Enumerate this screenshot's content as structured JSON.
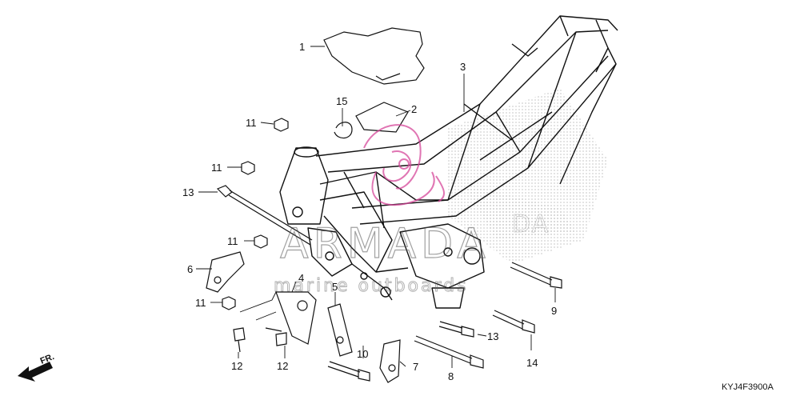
{
  "diagram": {
    "code": "KYJ4F3900A",
    "direction_label": "FR.",
    "callouts": [
      {
        "id": "c1",
        "label": "1"
      },
      {
        "id": "c2",
        "label": "2"
      },
      {
        "id": "c3",
        "label": "3"
      },
      {
        "id": "c4",
        "label": "4"
      },
      {
        "id": "c5",
        "label": "5"
      },
      {
        "id": "c6",
        "label": "6"
      },
      {
        "id": "c7",
        "label": "7"
      },
      {
        "id": "c8",
        "label": "8"
      },
      {
        "id": "c9",
        "label": "9"
      },
      {
        "id": "c10",
        "label": "10"
      },
      {
        "id": "c11a",
        "label": "11"
      },
      {
        "id": "c11b",
        "label": "11"
      },
      {
        "id": "c11c",
        "label": "11"
      },
      {
        "id": "c11d",
        "label": "11"
      },
      {
        "id": "c12a",
        "label": "12"
      },
      {
        "id": "c12b",
        "label": "12"
      },
      {
        "id": "c13a",
        "label": "13"
      },
      {
        "id": "c13b",
        "label": "13"
      },
      {
        "id": "c14",
        "label": "14"
      },
      {
        "id": "c15",
        "label": "15"
      }
    ]
  },
  "watermark": {
    "brand": "ARMADA",
    "tagline": "marine outboards",
    "accent_color": "#d6479a"
  }
}
